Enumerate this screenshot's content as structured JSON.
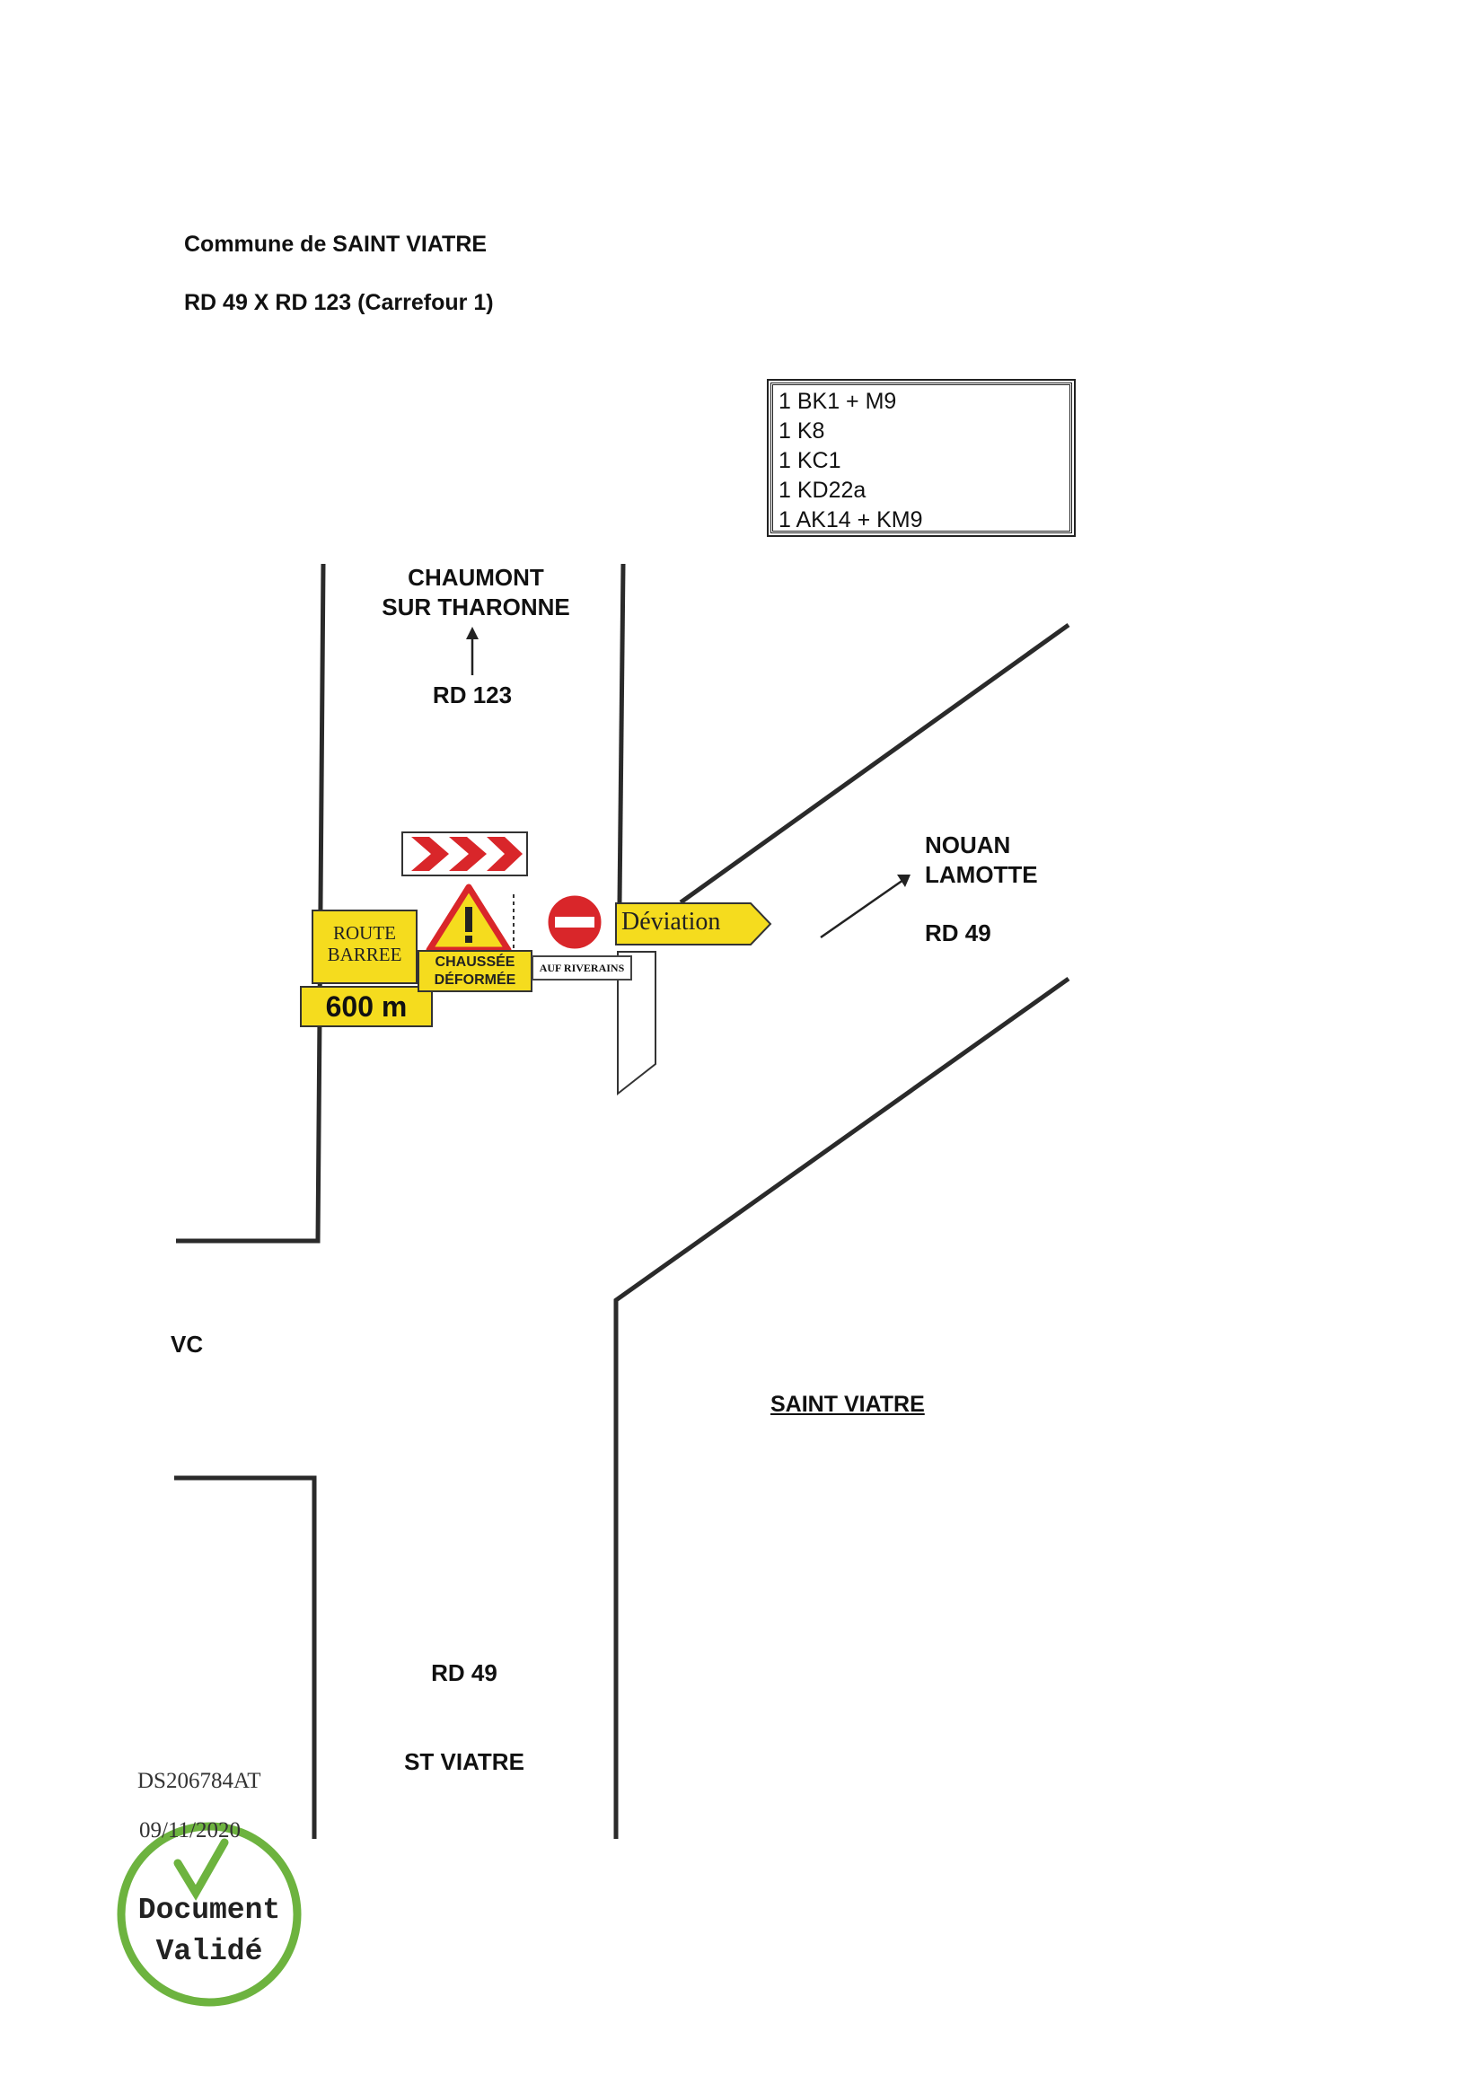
{
  "header": {
    "commune": "Commune de SAINT VIATRE",
    "crossing": "RD 49 X RD 123 (Carrefour 1)"
  },
  "legend": {
    "items": [
      "1 BK1 + M9",
      "1 K8",
      "1 KC1",
      "1 KD22a",
      "1 AK14 + KM9"
    ]
  },
  "roads": {
    "north_destination_line1": "CHAUMONT",
    "north_destination_line2": "SUR THARONNE",
    "north_road": "RD 123",
    "east_destination_line1": "NOUAN",
    "east_destination_line2": "LAMOTTE",
    "east_road": "RD 49",
    "west_road": "VC",
    "south_road": "RD 49",
    "south_destination": "ST VIATRE",
    "town": "SAINT VIATRE"
  },
  "signs": {
    "route_barree_line1": "ROUTE",
    "route_barree_line2": "BARREE",
    "distance": "600 m",
    "chaussee_line1": "CHAUSSÉE",
    "chaussee_line2": "DÉFORMÉE",
    "sauf_riverains": "AUF RIVERAINS",
    "deviation": "Déviation",
    "warning_symbol": "!"
  },
  "stamp": {
    "reference": "DS206784AT",
    "date": "09/11/2020",
    "line1": "Document",
    "line2": "Validé",
    "color": "#6db33f"
  },
  "colors": {
    "sign_yellow": "#f5dc1e",
    "sign_red": "#d9262a"
  },
  "icons": [
    "chevron-sign-icon",
    "warning-triangle-icon",
    "no-entry-icon",
    "deviation-arrow-icon",
    "check-icon",
    "direction-arrow-icon"
  ]
}
